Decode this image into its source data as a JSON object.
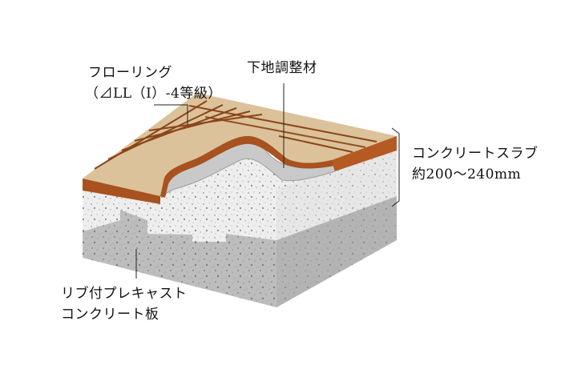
{
  "labels": {
    "flooring": {
      "line1": "フローリング",
      "line2": "（⊿LL（Ⅰ）-4等級）"
    },
    "leveling": {
      "line1": "下地調整材"
    },
    "slab": {
      "line1": "コンクリートスラブ",
      "line2": "約200～240mm"
    },
    "precast": {
      "line1": "リブ付プレキャスト",
      "line2": "コンクリート板"
    }
  },
  "colors": {
    "wood": "#dcc29a",
    "wood_edge": "#a8521f",
    "slab": "#eaeaea",
    "precast": "#b8b8b8",
    "leveling": "#c7c7c7",
    "leader": "#222222"
  }
}
